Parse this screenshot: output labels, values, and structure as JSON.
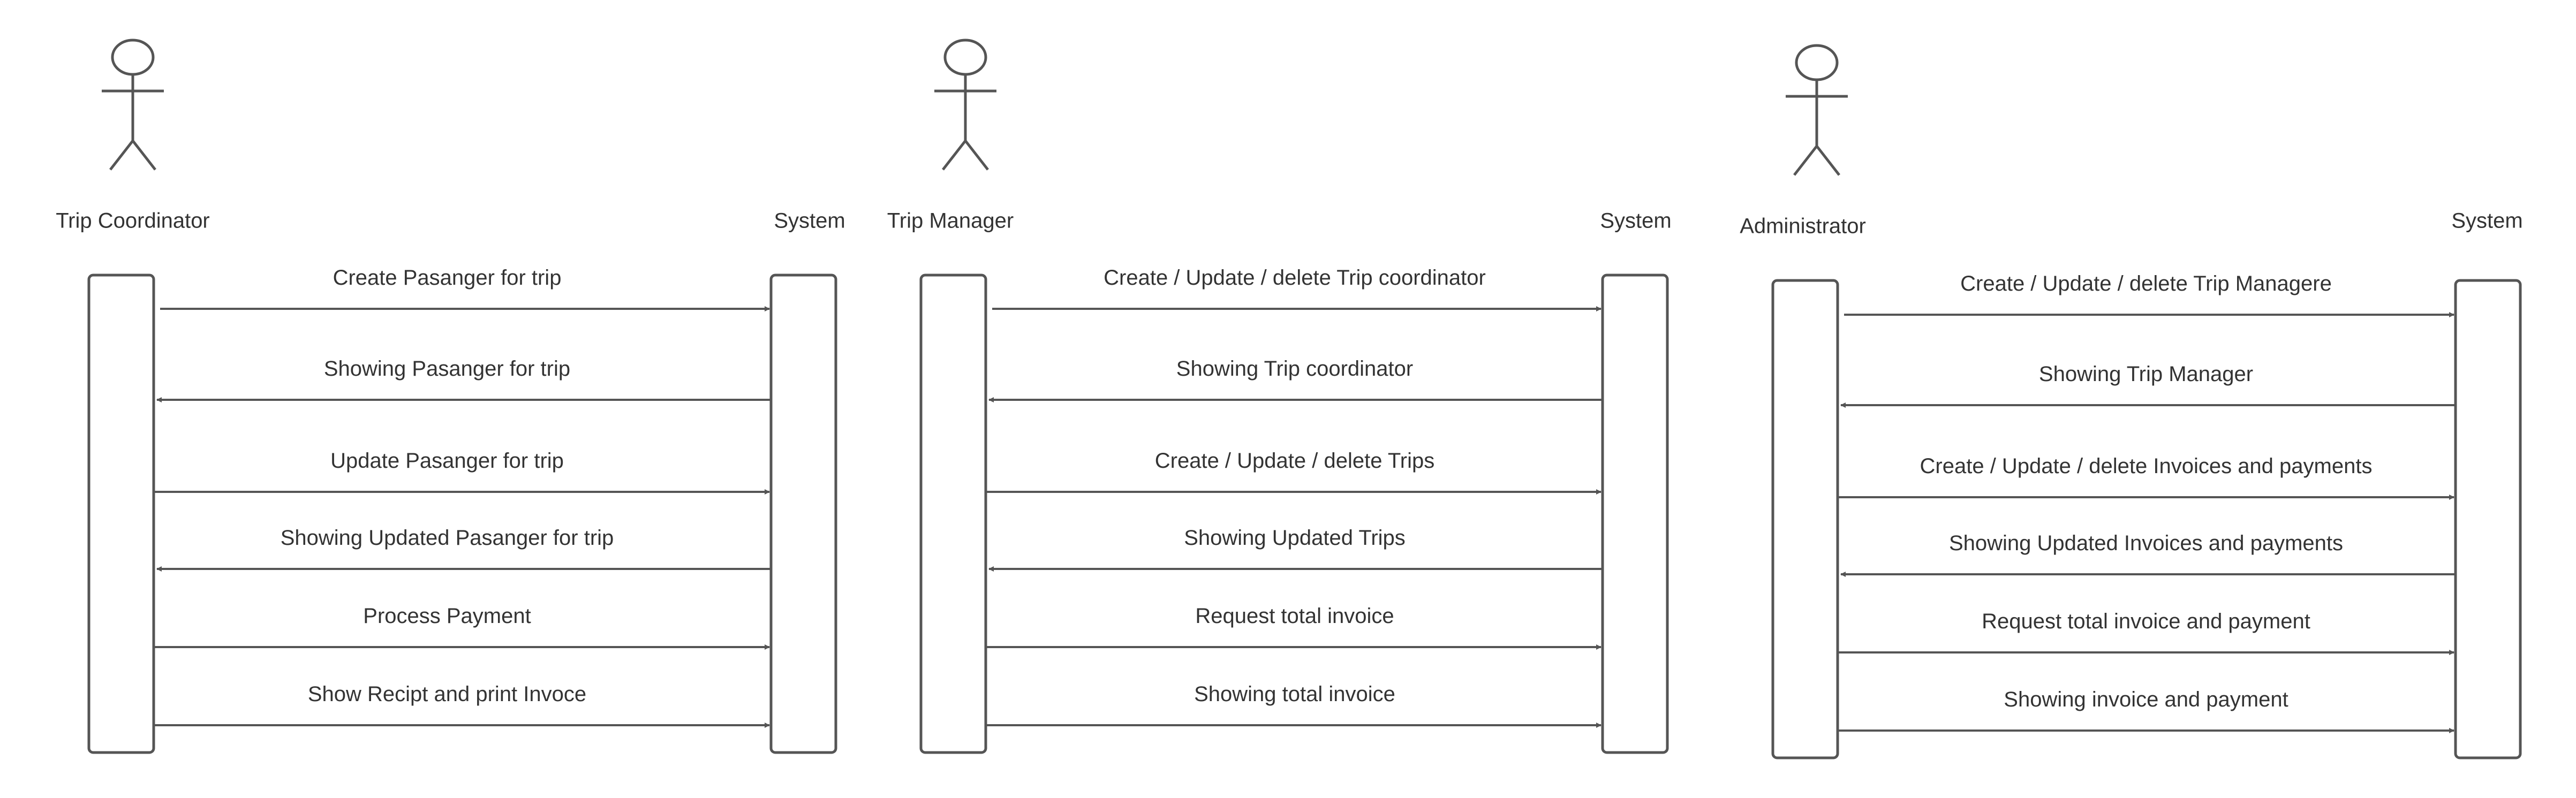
{
  "diagram": {
    "type": "sequence-diagrams",
    "stroke_color": "#555555",
    "text_color": "#333333",
    "background": "#ffffff",
    "panels": [
      {
        "actor": "Trip Coordinator",
        "system": "System",
        "messages": [
          {
            "label": "Create Pasanger for trip",
            "direction": "to-system"
          },
          {
            "label": "Showing Pasanger for trip",
            "direction": "to-actor"
          },
          {
            "label": "Update Pasanger for trip",
            "direction": "to-system"
          },
          {
            "label": "Showing Updated Pasanger for trip",
            "direction": "to-actor"
          },
          {
            "label": "Process Payment",
            "direction": "to-system"
          },
          {
            "label": "Show Recipt and print Invoce",
            "direction": "to-system"
          }
        ]
      },
      {
        "actor": "Trip Manager",
        "system": "System",
        "messages": [
          {
            "label": "Create / Update / delete Trip coordinator",
            "direction": "to-system"
          },
          {
            "label": "Showing Trip coordinator",
            "direction": "to-actor"
          },
          {
            "label": "Create / Update / delete Trips",
            "direction": "to-system"
          },
          {
            "label": "Showing Updated Trips",
            "direction": "to-actor"
          },
          {
            "label": "Request total invoice",
            "direction": "to-system"
          },
          {
            "label": "Showing total invoice",
            "direction": "to-system"
          }
        ]
      },
      {
        "actor": "Administrator",
        "system": "System",
        "messages": [
          {
            "label": "Create / Update / delete Trip Managere",
            "direction": "to-system"
          },
          {
            "label": "Showing Trip Manager",
            "direction": "to-actor"
          },
          {
            "label": "Create / Update / delete Invoices and payments",
            "direction": "to-system"
          },
          {
            "label": "Showing Updated Invoices and payments",
            "direction": "to-actor"
          },
          {
            "label": "Request total invoice and payment",
            "direction": "to-system"
          },
          {
            "label": "Showing invoice and payment",
            "direction": "to-system"
          }
        ]
      }
    ]
  }
}
